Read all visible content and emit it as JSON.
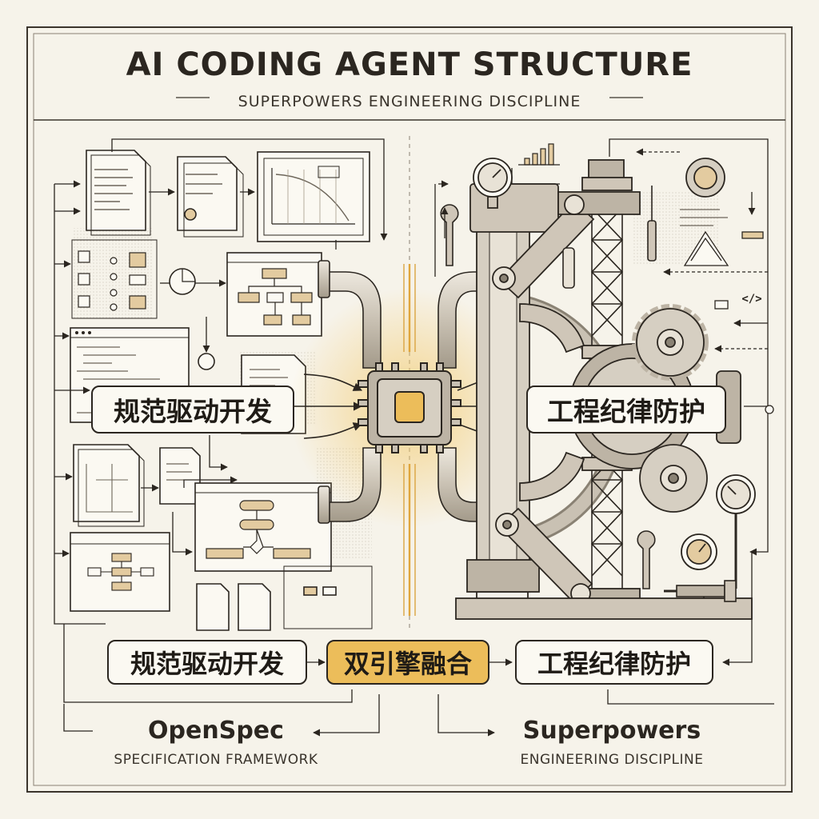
{
  "header": {
    "title": "AI CODING AGENT STRUCTURE",
    "subtitle": "SUPERPOWERS ENGINEERING DISCIPLINE"
  },
  "labels": {
    "left_mid": "规范驱动开发",
    "right_mid": "工程纪律防护",
    "left_bottom": "规范驱动开发",
    "center_bottom": "双引擎融合",
    "right_bottom": "工程纪律防护"
  },
  "footer": {
    "left_title": "OpenSpec",
    "left_subtitle": "SPECIFICATION FRAMEWORK",
    "right_title": "Superpowers",
    "right_subtitle": "ENGINEERING DISCIPLINE"
  },
  "icons": {
    "code_tag": "</>"
  },
  "colors": {
    "accent": "#ecbd5a",
    "ink": "#2b2620",
    "paper": "#f6f3ea",
    "metal": "#cfc6b8"
  }
}
